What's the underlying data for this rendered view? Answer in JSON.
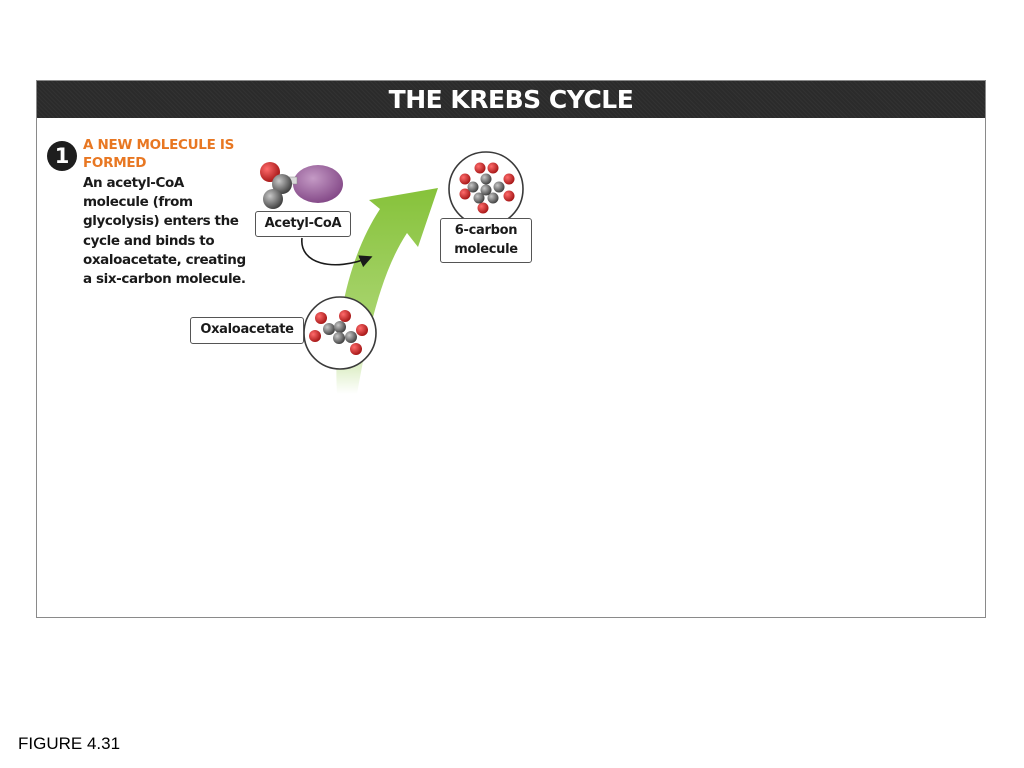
{
  "title": "THE KREBS CYCLE",
  "step": {
    "number": "1",
    "heading": "A NEW MOLECULE IS FORMED",
    "body": "An acetyl-CoA\nmolecule (from\nglycolysis) enters the\ncycle and binds to\noxaloacetate, creating\na six-carbon molecule."
  },
  "labels": {
    "acetyl_coa": "Acetyl-CoA",
    "oxaloacetate": "Oxaloacetate",
    "six_carbon": "6-carbon\nmolecule"
  },
  "figure_caption": "FIGURE 4.31",
  "colors": {
    "title_bar": "#2b2b2b",
    "heading_orange": "#e87722",
    "arrow_green": "#8cc63f",
    "oxygen_red": "#cc2222",
    "carbon_gray": "#6e6e6e",
    "coa_purple": "#9b5c9c"
  }
}
